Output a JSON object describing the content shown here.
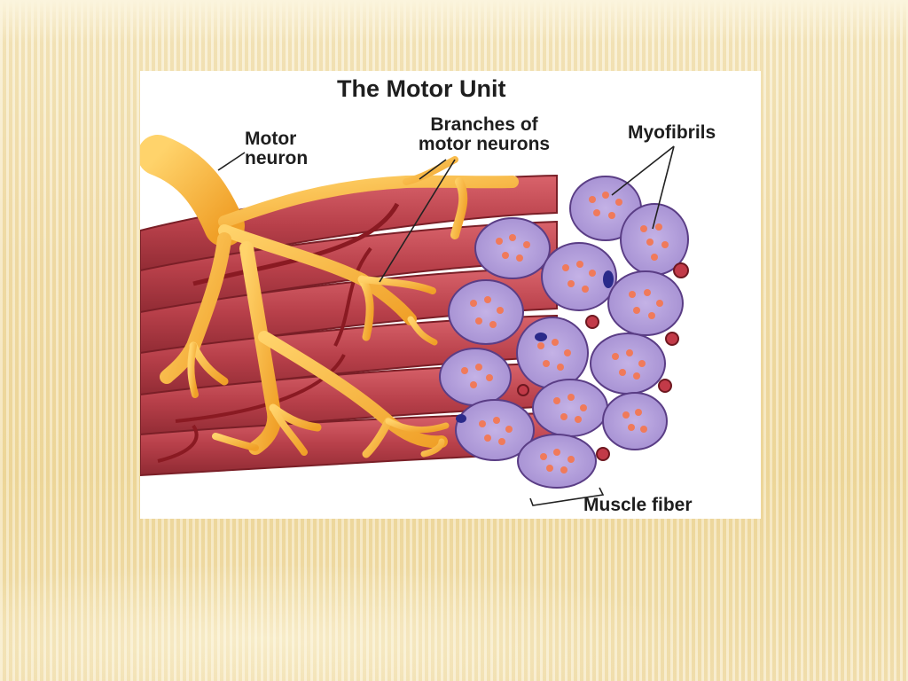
{
  "slide": {
    "title": "The Motor Unit",
    "labels": {
      "motor_neuron": [
        "Motor",
        "neuron"
      ],
      "branches": [
        "Branches of",
        "motor neurons"
      ],
      "myofibrils": "Myofibrils",
      "muscle_fiber": "Muscle fiber"
    },
    "colors": {
      "background": "#f3e3b3",
      "panel": "#ffffff",
      "muscle": "#b8404a",
      "neuron": "#f6b23c",
      "fiber_cross_section": "#b7a3da",
      "myofibril_dot": "#f07a5a"
    }
  }
}
